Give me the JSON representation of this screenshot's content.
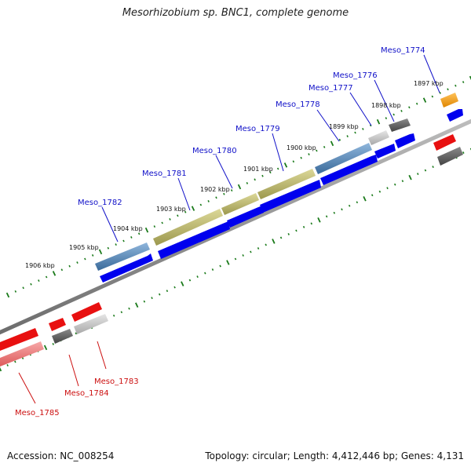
{
  "title": "Mesorhizobium sp. BNC1, complete genome",
  "footer": {
    "accession": "Accession: NC_008254",
    "summary": "Topology: circular; Length: 4,412,446 bp; Genes: 4,131"
  },
  "colors": {
    "forward_label": "#1010c8",
    "reverse_label": "#cc1010",
    "tick": "#1a7a1a",
    "backbone": "#888888",
    "cds_blue": "#0000ee",
    "rna_steel": "#4a7fb0",
    "olive": "#b8b466",
    "grey": "#666666",
    "light_grey": "#c4c4c4",
    "orange": "#f29a1a",
    "red": "#e81010",
    "pink": "#ef7a7a"
  },
  "kbp_ticks": [
    "1897 kbp",
    "1898 kbp",
    "1899 kbp",
    "1900 kbp",
    "1901 kbp",
    "1902 kbp",
    "1903 kbp",
    "1904 kbp",
    "1905 kbp",
    "1906 kbp"
  ],
  "gene_labels": {
    "forward": [
      "Meso_1774",
      "Meso_1776",
      "Meso_1777",
      "Meso_1778",
      "Meso_1779",
      "Meso_1780",
      "Meso_1781",
      "Meso_1782"
    ],
    "reverse": [
      "Meso_1783",
      "Meso_1784",
      "Meso_1785"
    ]
  }
}
